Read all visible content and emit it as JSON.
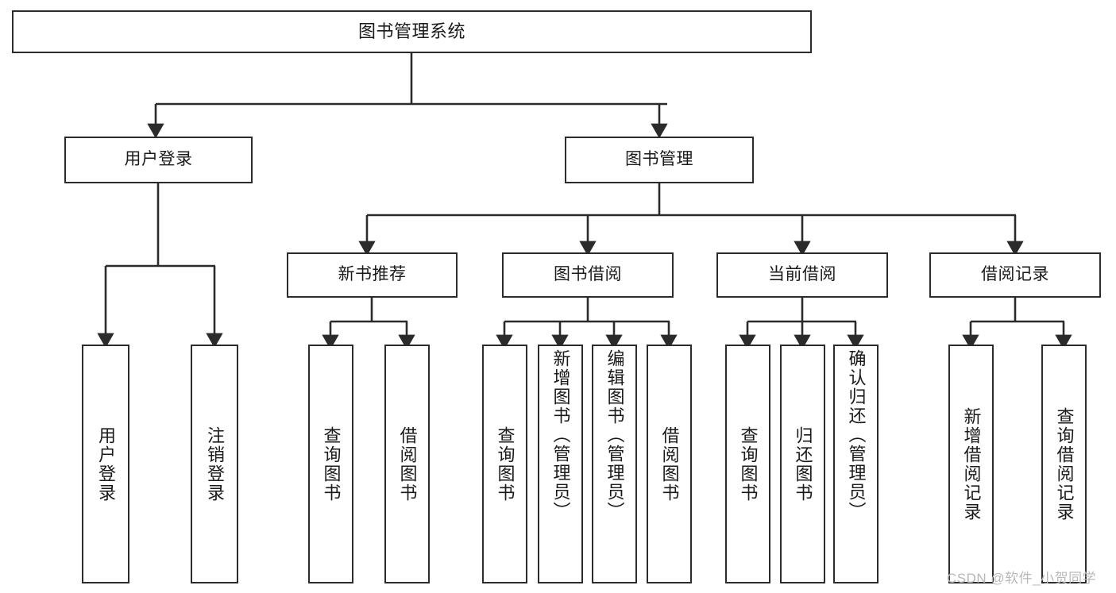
{
  "diagram": {
    "title": "图书管理系统",
    "type": "hierarchy-tree",
    "root": {
      "label": "图书管理系统"
    },
    "level1": [
      {
        "label": "用户登录"
      },
      {
        "label": "图书管理"
      }
    ],
    "level2": [
      {
        "label": "新书推荐"
      },
      {
        "label": "图书借阅"
      },
      {
        "label": "当前借阅"
      },
      {
        "label": "借阅记录"
      }
    ],
    "leaves": {
      "user_login": [
        {
          "label": "用户登录"
        },
        {
          "label": "注销登录"
        }
      ],
      "new_book_recommend": [
        {
          "label": "查询图书"
        },
        {
          "label": "借阅图书"
        }
      ],
      "book_borrow": [
        {
          "label": "查询图书"
        },
        {
          "label": "新增图书（管理员）"
        },
        {
          "label": "编辑图书（管理员）"
        },
        {
          "label": "借阅图书"
        }
      ],
      "current_borrow": [
        {
          "label": "查询图书"
        },
        {
          "label": "归还图书"
        },
        {
          "label": "确认归还（管理员）"
        }
      ],
      "borrow_records": [
        {
          "label": "新增借阅记录"
        },
        {
          "label": "查询借阅记录"
        }
      ]
    }
  },
  "watermark": {
    "text": "CSDN @软件_小贺同学"
  },
  "colors": {
    "stroke": "#2b2b2b",
    "background": "#ffffff",
    "text": "#1a1a1a",
    "watermark": "#b8b8b8"
  }
}
